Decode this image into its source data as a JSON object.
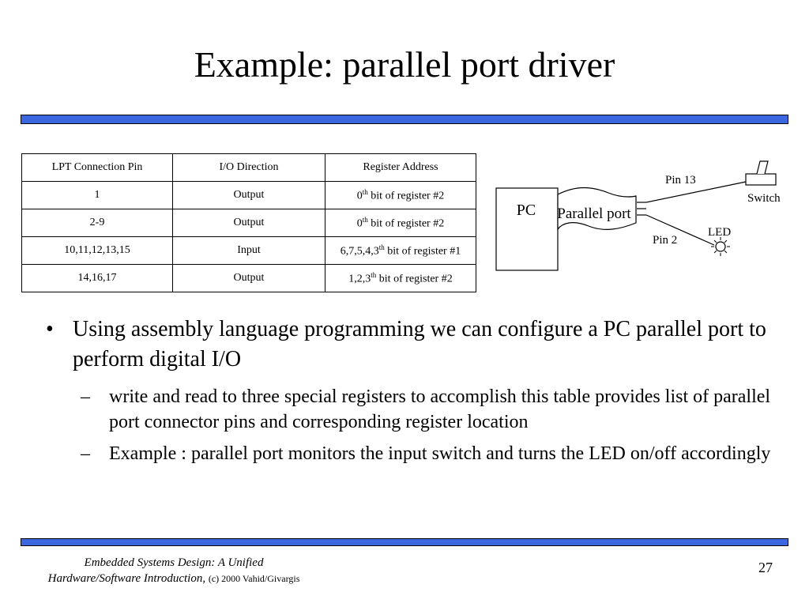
{
  "slide": {
    "title": "Example: parallel port driver",
    "page_number": "27"
  },
  "table": {
    "headers": [
      "LPT Connection Pin",
      "I/O Direction",
      "Register Address"
    ],
    "rows": [
      {
        "pin": "1",
        "direction": "Output",
        "addr_pre": "0",
        "addr_sup": "th",
        "addr_post": " bit of register #2"
      },
      {
        "pin": "2-9",
        "direction": "Output",
        "addr_pre": "0",
        "addr_sup": "th",
        "addr_post": " bit of register #2"
      },
      {
        "pin": "10,11,12,13,15",
        "direction": "Input",
        "addr_pre": "6,7,5,4,3",
        "addr_sup": "th",
        "addr_post": " bit of register #1"
      },
      {
        "pin": "14,16,17",
        "direction": "Output",
        "addr_pre": "1,2,3",
        "addr_sup": "th",
        "addr_post": " bit of register #2"
      }
    ]
  },
  "diagram": {
    "pc_label": "PC",
    "port_label": "Parallel port",
    "pin13_label": "Pin 13",
    "pin2_label": "Pin 2",
    "switch_label": "Switch",
    "led_label": "LED"
  },
  "bullets": {
    "main": "Using assembly language programming we can configure a PC parallel port to perform digital I/O",
    "sub1": "write and read to three special registers to accomplish this table provides list of parallel port connector pins and corresponding register location",
    "sub2": "Example : parallel port monitors the input switch and turns the LED on/off accordingly",
    "main_marker": "•",
    "sub_marker": "–"
  },
  "footer": {
    "line1": "Embedded Systems Design: A Unified",
    "line2": "Hardware/Software Introduction,",
    "copyright": "(c) 2000 Vahid/Givargis"
  }
}
